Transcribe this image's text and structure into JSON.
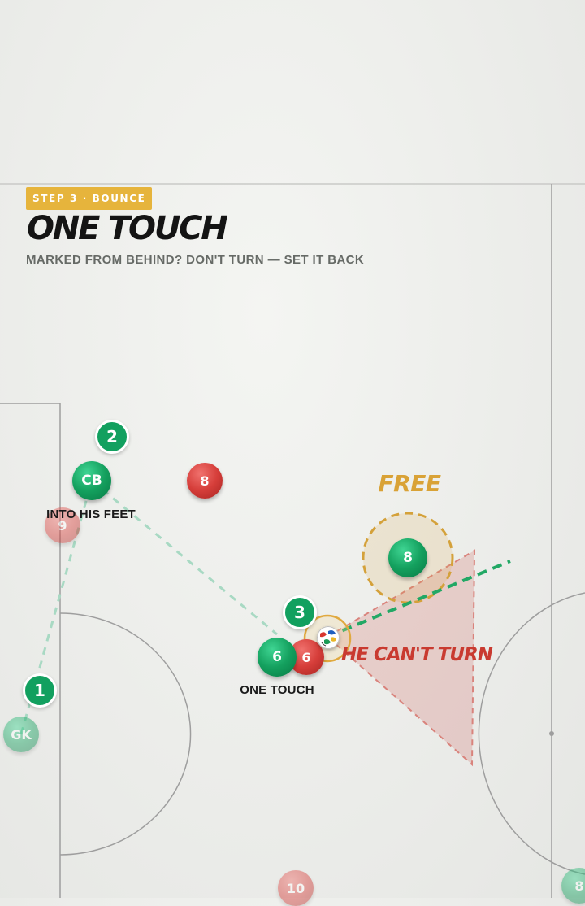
{
  "header": {
    "badge": "STEP 3 · BOUNCE",
    "title": "ONE TOUCH",
    "subtitle": "MARKED FROM BEHIND? DON'T TURN — SET IT BACK"
  },
  "colors": {
    "teammate": "#14a05e",
    "opponent": "#d63e3a",
    "free_highlight": "#d9a236",
    "pressure_zone": "#c93a30",
    "pass_line": "#9fd6bf"
  },
  "steps": [
    {
      "number": "1"
    },
    {
      "number": "2"
    },
    {
      "number": "3"
    }
  ],
  "players": {
    "gk": "GK",
    "cb": "CB",
    "cm": "6",
    "free_mid": "8",
    "edge_player": "8"
  },
  "opponents": {
    "striker": "9",
    "mid": "8",
    "marker": "6",
    "attacker": "10"
  },
  "labels": {
    "into_feet": "INTO HIS FEET",
    "one_touch": "ONE TOUCH",
    "free": "FREE",
    "cant_turn": "HE CAN'T TURN"
  },
  "icons": {
    "ball": "soccer-ball-icon"
  }
}
